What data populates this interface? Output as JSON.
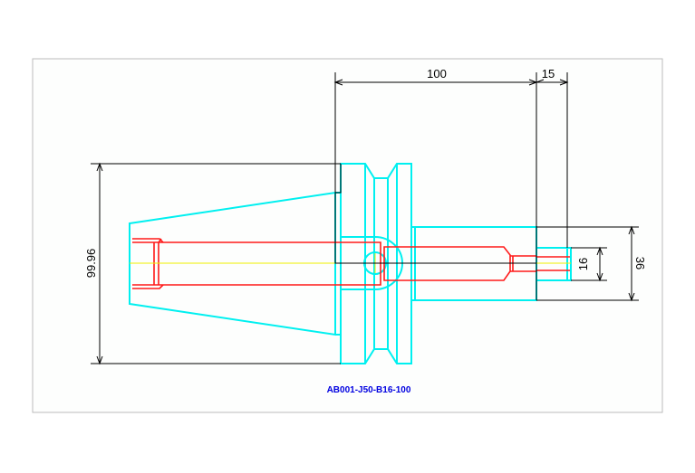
{
  "drawing": {
    "part_number": "AB001-J50-B16-100",
    "dimensions": {
      "overall_diameter": "99.96",
      "length": "100",
      "tip_length": "15",
      "bore_diameter": "16",
      "shank_diameter": "36"
    }
  },
  "colors": {
    "body": "#00f0f0",
    "bore": "#ff1a1a",
    "centerline": "#f0f000",
    "dimension": "#000000",
    "label": "#0000e0"
  }
}
